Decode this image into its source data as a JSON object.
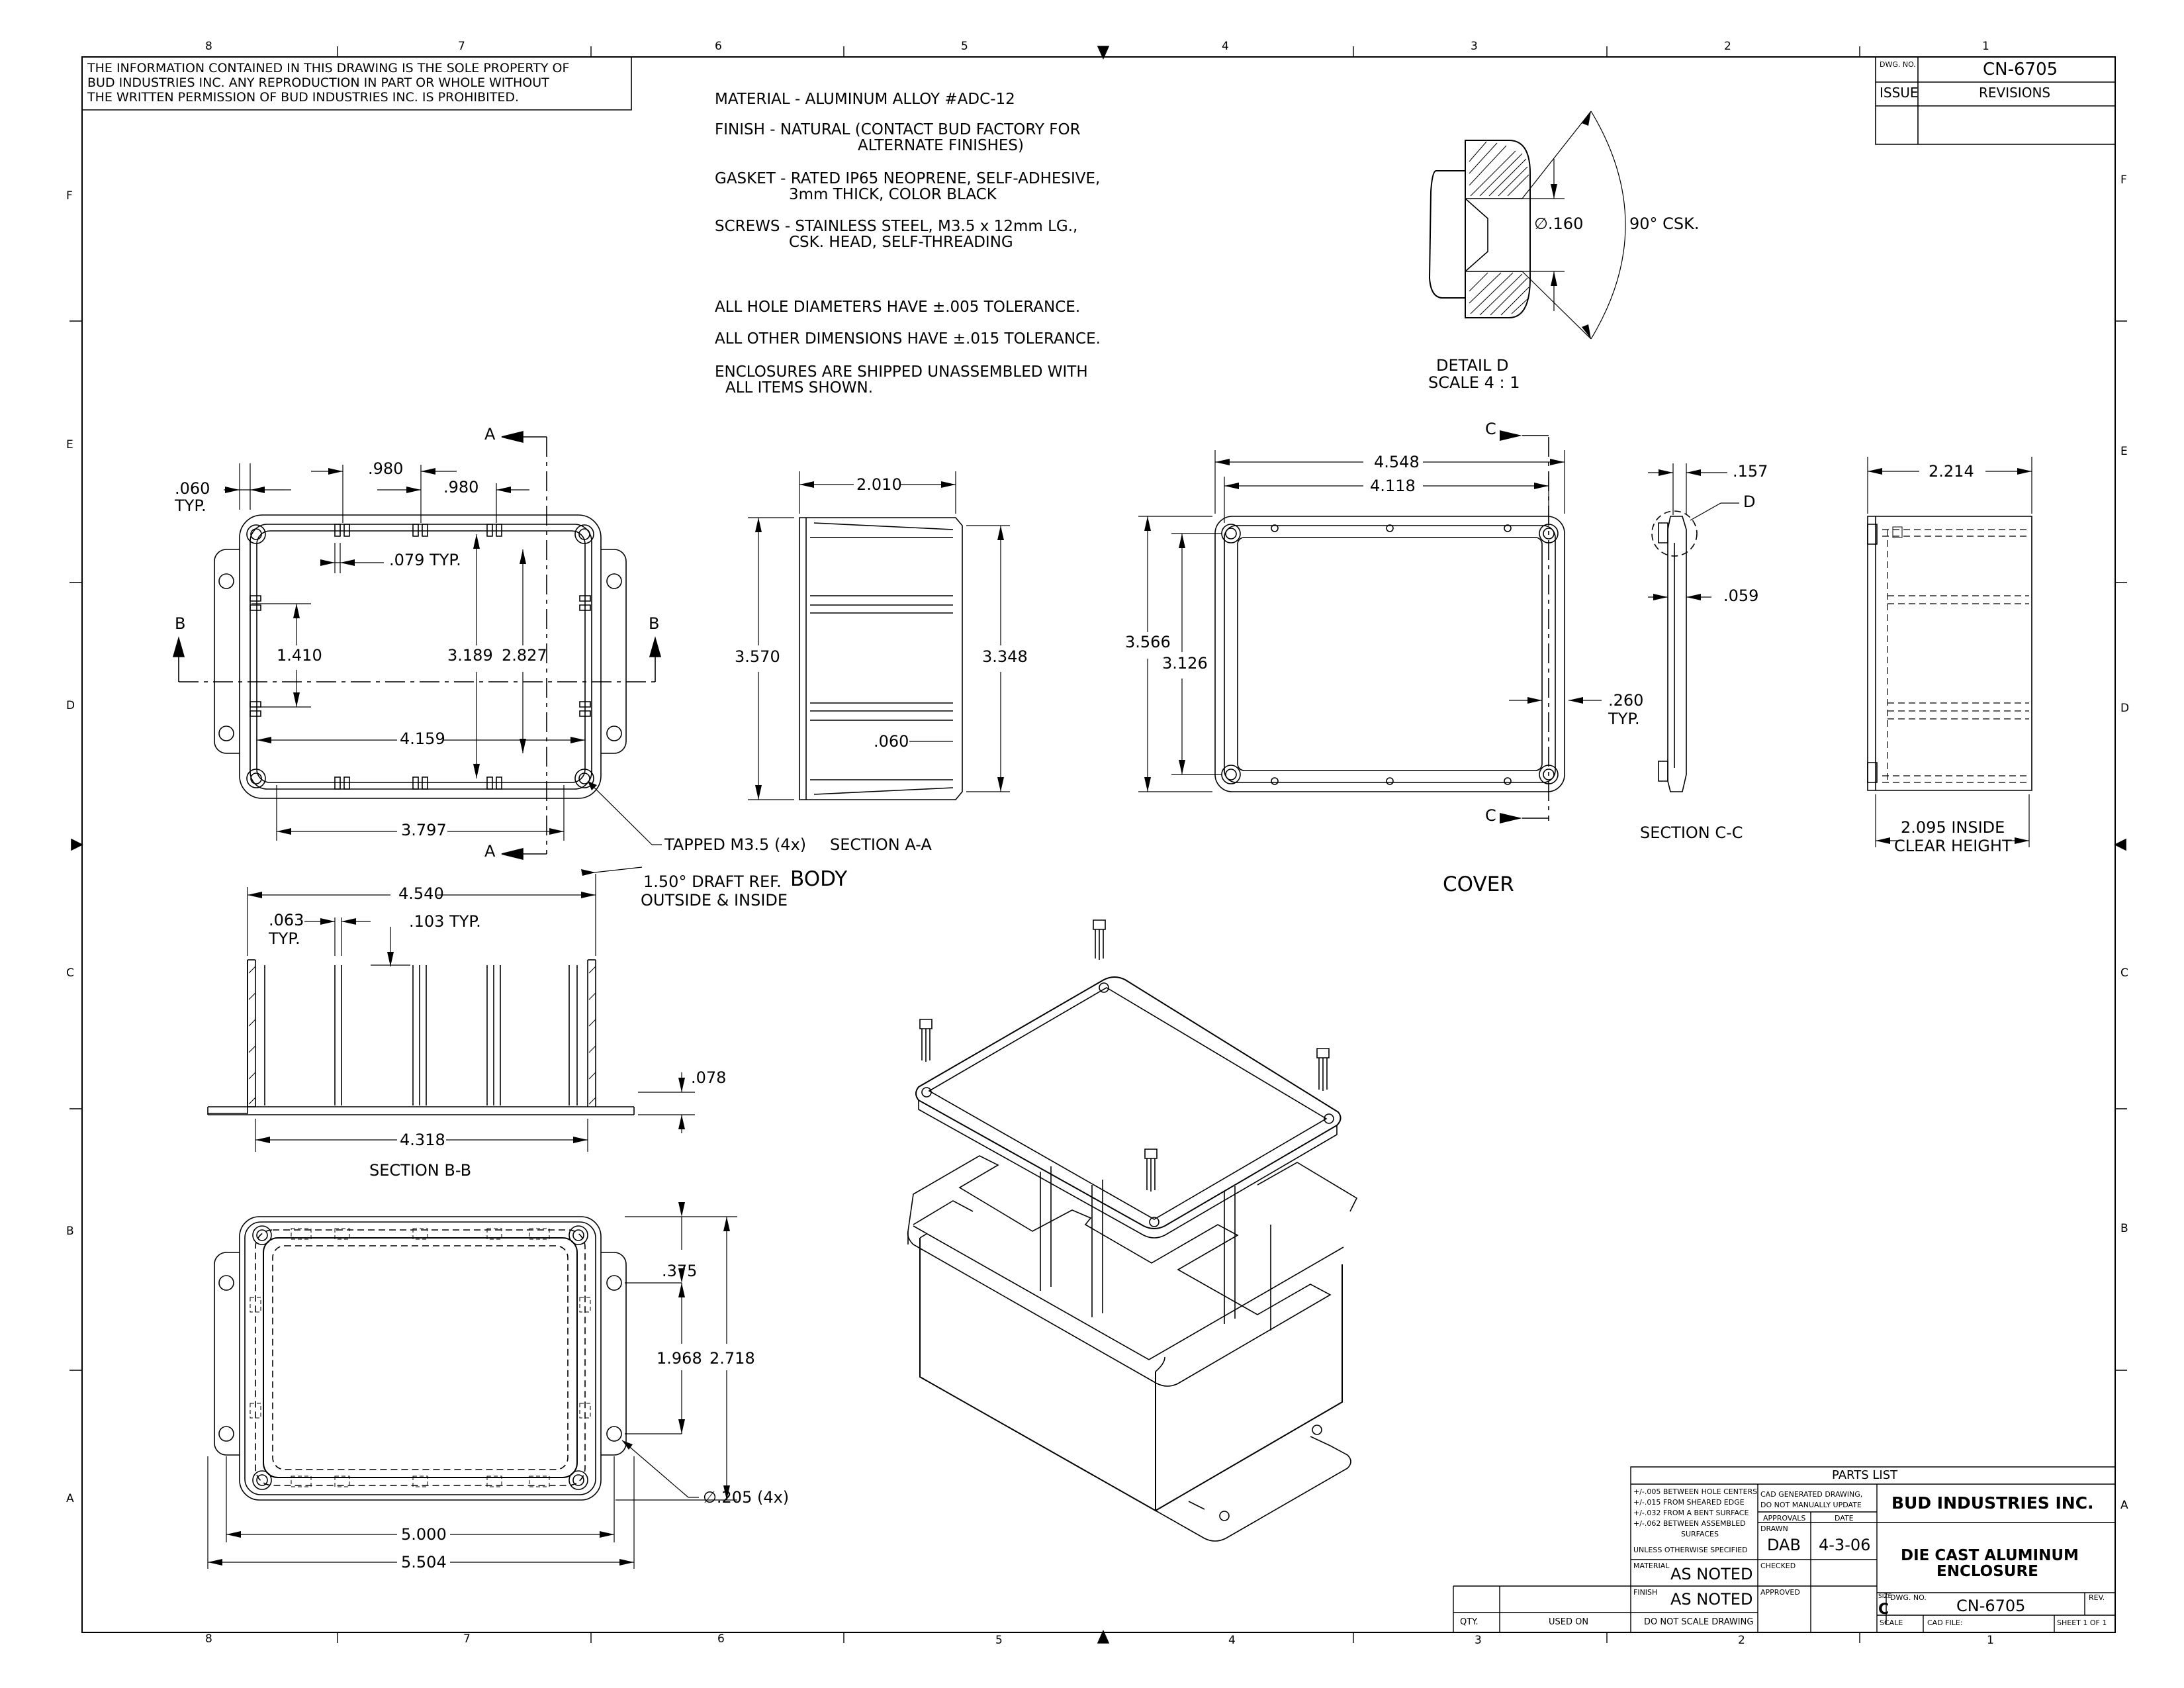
{
  "border": {
    "zones_top": [
      "8",
      "7",
      "6",
      "5",
      "4",
      "3",
      "2",
      "1"
    ],
    "zones_bottom": [
      "8",
      "7",
      "6",
      "5",
      "4",
      "3",
      "2",
      "1"
    ],
    "zones_side": [
      "F",
      "E",
      "D",
      "C",
      "B",
      "A"
    ]
  },
  "header": {
    "proprietary": [
      "THE INFORMATION CONTAINED IN THIS DRAWING IS THE SOLE PROPERTY OF",
      "BUD INDUSTRIES INC. ANY REPRODUCTION IN PART OR WHOLE WITHOUT",
      "THE WRITTEN PERMISSION OF BUD INDUSTRIES INC. IS PROHIBITED."
    ],
    "dwg_no_label": "DWG. NO.",
    "dwg_no": "CN-6705",
    "issue_label": "ISSUE",
    "revisions_label": "REVISIONS"
  },
  "notes": {
    "material": "MATERIAL - ALUMINUM ALLOY #ADC-12",
    "finish_1": "FINISH - NATURAL (CONTACT BUD FACTORY FOR",
    "finish_2": "ALTERNATE FINISHES)",
    "gasket_1": "GASKET - RATED IP65 NEOPRENE, SELF-ADHESIVE,",
    "gasket_2": "3mm THICK, COLOR BLACK",
    "screws_1": "SCREWS - STAINLESS STEEL, M3.5 x 12mm LG.,",
    "screws_2": "CSK. HEAD, SELF-THREADING",
    "tol_hole": "ALL HOLE DIAMETERS HAVE ±.005 TOLERANCE.",
    "tol_other": "ALL OTHER DIMENSIONS HAVE ±.015 TOLERANCE.",
    "ship_1": "ENCLOSURES ARE SHIPPED UNASSEMBLED WITH",
    "ship_2": "ALL ITEMS SHOWN."
  },
  "detail_d": {
    "dia": "∅.160",
    "csk": "90° CSK.",
    "title": "DETAIL D",
    "scale": "SCALE 4 : 1"
  },
  "body_top": {
    "d060": ".060",
    "typ": "TYP.",
    "d980a": ".980",
    "d980b": ".980",
    "d079": ".079 TYP.",
    "d1410": "1.410",
    "d3189": "3.189",
    "d2827": "2.827",
    "d4159": "4.159",
    "d3797": "3.797",
    "a": "A",
    "b": "B",
    "tapped": "TAPPED M3.5 (4x)"
  },
  "section_aa": {
    "d2010": "2.010",
    "d3570": "3.570",
    "d3348": "3.348",
    "d060": ".060",
    "title": "SECTION A-A",
    "body": "BODY"
  },
  "cover": {
    "d4548": "4.548",
    "d4118": "4.118",
    "d3566": "3.566",
    "d3126": "3.126",
    "d260": ".260",
    "typ": "TYP.",
    "c": "C",
    "title": "COVER"
  },
  "section_cc": {
    "d157": ".157",
    "d": "D",
    "d059": ".059",
    "title": "SECTION C-C"
  },
  "side_view": {
    "d2214": "2.214",
    "inside_1": "2.095 INSIDE",
    "inside_2": "CLEAR HEIGHT"
  },
  "section_bb": {
    "d4540": "4.540",
    "draft_1": "1.50° DRAFT REF.",
    "draft_2": "OUTSIDE & INSIDE",
    "d063": ".063",
    "typ": "TYP.",
    "d103": ".103 TYP.",
    "d078": ".078",
    "d4318": "4.318",
    "title": "SECTION B-B"
  },
  "bottom_view": {
    "d375": ".375",
    "d1968": "1.968",
    "d2718": "2.718",
    "d5000": "5.000",
    "d5504": "5.504",
    "hole": "∅.205 (4x)"
  },
  "title_block": {
    "parts_list": "PARTS  LIST",
    "tol_1": "+/-.005 BETWEEN HOLE CENTERS",
    "tol_2": "+/-.015 FROM SHEARED EDGE",
    "tol_3": "+/-.032 FROM A BENT SURFACE",
    "tol_4": "+/-.062 BETWEEN ASSEMBLED",
    "tol_5": "SURFACES",
    "unless": "UNLESS OTHERWISE SPECIFIED",
    "cad_1": "CAD GENERATED DRAWING,",
    "cad_2": "DO NOT MANUALLY UPDATE",
    "approvals": "APPROVALS",
    "date_label": "DATE",
    "drawn_label": "DRAWN",
    "drawn": "DAB",
    "date": "4-3-06",
    "checked_label": "CHECKED",
    "approved_label": "APPROVED",
    "material_label": "MATERIAL",
    "material": "AS NOTED",
    "finish_label": "FINISH",
    "finish": "AS NOTED",
    "do_not_scale": "DO  NOT SCALE DRAWING",
    "company": "BUD INDUSTRIES INC.",
    "title_1": "DIE CAST ALUMINUM",
    "title_2": "ENCLOSURE",
    "size_label": "SIZE",
    "size": "C",
    "dwg_no_label": "DWG.  NO.",
    "dwg_no": "CN-6705",
    "rev_label": "REV.",
    "scale_label": "SCALE",
    "cad_file_label": "CAD  FILE:",
    "sheet_label": "SHEET  1  OF  1",
    "qty": "QTY.",
    "used_on": "USED ON"
  }
}
